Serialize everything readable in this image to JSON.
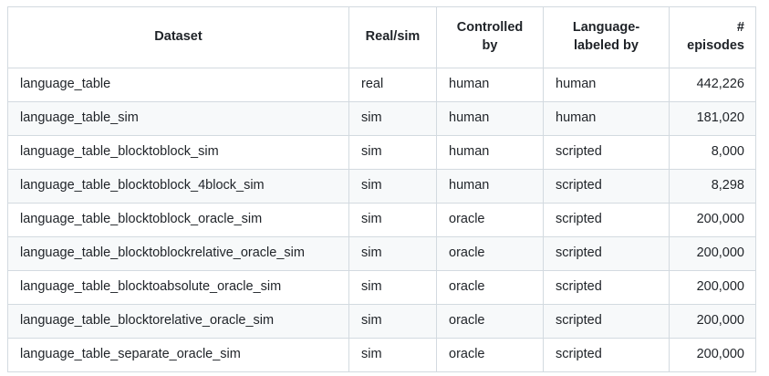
{
  "table": {
    "name": "dataset-summary-table",
    "columns": [
      {
        "key": "dataset",
        "label": "Dataset",
        "align": "center"
      },
      {
        "key": "realsim",
        "label": "Real/sim",
        "align": "center"
      },
      {
        "key": "ctrl",
        "label": "Controlled\nby",
        "align": "center"
      },
      {
        "key": "lang",
        "label": "Language-\nlabeled by",
        "align": "center"
      },
      {
        "key": "episodes",
        "label": "#\nepisodes",
        "align": "right"
      }
    ],
    "headers": {
      "dataset": "Dataset",
      "realsim": "Real/sim",
      "ctrl_line1": "Controlled",
      "ctrl_line2": "by",
      "lang_line1": "Language-",
      "lang_line2": "labeled by",
      "eps_line1": "#",
      "eps_line2": "episodes"
    },
    "rows": [
      {
        "dataset": "language_table",
        "realsim": "real",
        "ctrl": "human",
        "lang": "human",
        "episodes": "442,226"
      },
      {
        "dataset": "language_table_sim",
        "realsim": "sim",
        "ctrl": "human",
        "lang": "human",
        "episodes": "181,020"
      },
      {
        "dataset": "language_table_blocktoblock_sim",
        "realsim": "sim",
        "ctrl": "human",
        "lang": "scripted",
        "episodes": "8,000"
      },
      {
        "dataset": "language_table_blocktoblock_4block_sim",
        "realsim": "sim",
        "ctrl": "human",
        "lang": "scripted",
        "episodes": "8,298"
      },
      {
        "dataset": "language_table_blocktoblock_oracle_sim",
        "realsim": "sim",
        "ctrl": "oracle",
        "lang": "scripted",
        "episodes": "200,000"
      },
      {
        "dataset": "language_table_blocktoblockrelative_oracle_sim",
        "realsim": "sim",
        "ctrl": "oracle",
        "lang": "scripted",
        "episodes": "200,000"
      },
      {
        "dataset": "language_table_blocktoabsolute_oracle_sim",
        "realsim": "sim",
        "ctrl": "oracle",
        "lang": "scripted",
        "episodes": "200,000"
      },
      {
        "dataset": "language_table_blocktorelative_oracle_sim",
        "realsim": "sim",
        "ctrl": "oracle",
        "lang": "scripted",
        "episodes": "200,000"
      },
      {
        "dataset": "language_table_separate_oracle_sim",
        "realsim": "sim",
        "ctrl": "oracle",
        "lang": "scripted",
        "episodes": "200,000"
      }
    ]
  },
  "colors": {
    "border": "#d3dae0",
    "row_alt_bg": "#f7f9fa",
    "row_bg": "#ffffff",
    "text": "#1f2328"
  }
}
